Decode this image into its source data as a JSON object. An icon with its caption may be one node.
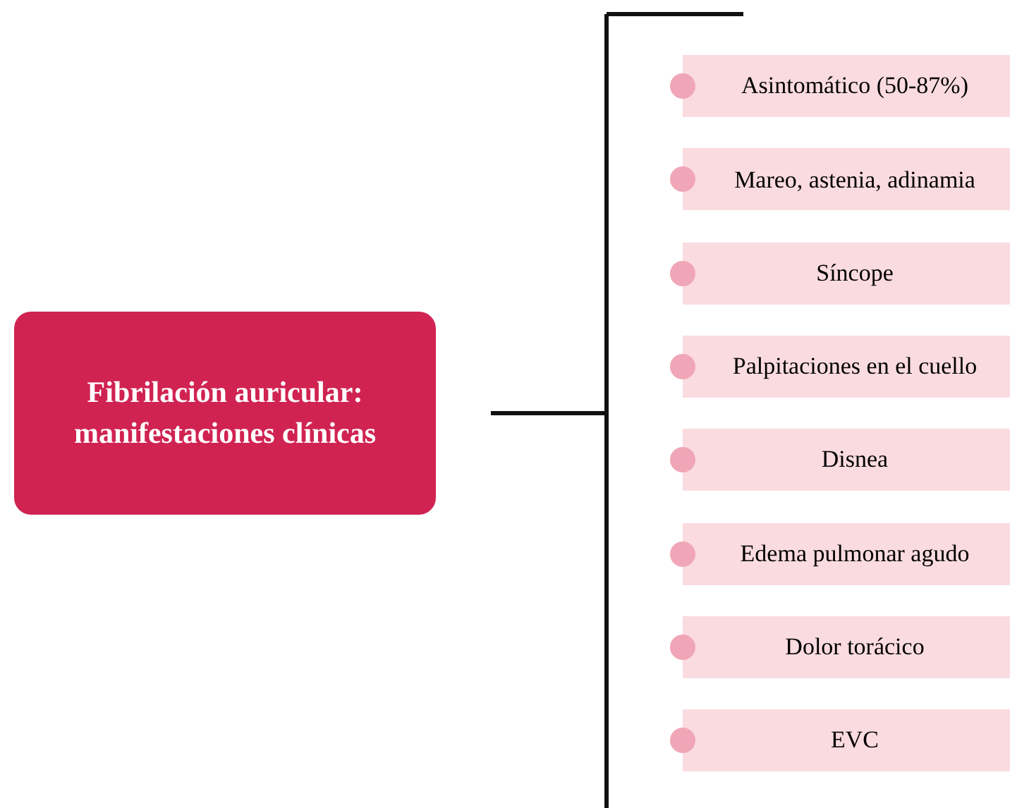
{
  "diagram": {
    "nodes": [
      {
        "text": [
          "Fibrilación auricular: manifestaciones clínicas"
        ]
      },
      {
        "text": [
          "Asintomático (50-87%)"
        ]
      },
      {
        "text": [
          "Mareo, astenia, adinamia"
        ]
      },
      {
        "text": [
          "Síncope"
        ]
      },
      {
        "text": [
          "Palpitaciones en el cuello"
        ]
      },
      {
        "text": [
          "Disnea"
        ]
      },
      {
        "text": [
          "Edema pulmonar agudo"
        ]
      },
      {
        "text": [
          "Dolor torácico"
        ]
      },
      {
        "text": [
          "EVC"
        ]
      }
    ]
  }
}
